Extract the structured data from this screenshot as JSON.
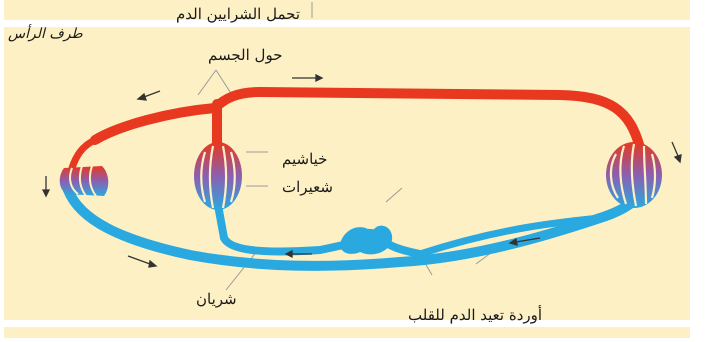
{
  "labels": {
    "head_end": "طرف الرأس",
    "arteries_line1": "تحمل الشرايين الدم",
    "arteries_line2": "حول الجسم",
    "gills": "خياشيم",
    "capillaries": "شعيرات",
    "artery": "شريان",
    "veins": "أوردة تعيد الدم للقلب"
  },
  "colors": {
    "panel": "#fdf0c4",
    "oxygenated": "#e8381f",
    "deoxygenated": "#29a9e0",
    "capillary_mix": "#8b5fb0",
    "leader": "#9a9a9a",
    "arrow": "#333333"
  }
}
